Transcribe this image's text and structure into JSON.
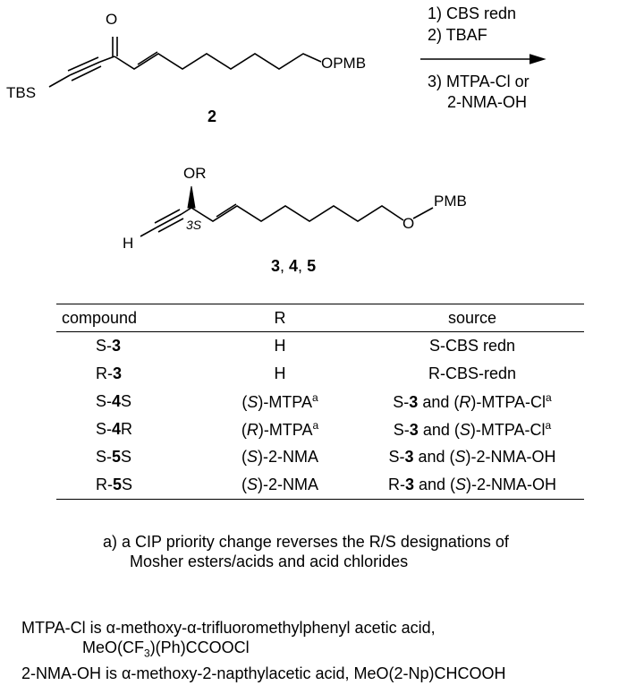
{
  "reaction": {
    "reactant": {
      "label": "2",
      "groups": {
        "carbonyl": "O",
        "silyl": "TBS",
        "ether": "OPMB"
      }
    },
    "conditions": [
      "1) CBS redn",
      "2) TBAF",
      "3) MTPA-Cl or",
      "2-NMA-OH"
    ],
    "product": {
      "label_parts": [
        "3",
        ", ",
        "4",
        ", ",
        "5"
      ],
      "groups": {
        "oxygen_sub": "OR",
        "stereo": "3S",
        "terminal_h": "H",
        "ether_o": "O",
        "pmb": "PMB"
      }
    }
  },
  "table": {
    "headers": [
      "compound",
      "R",
      "source"
    ],
    "rows": [
      {
        "compound": [
          "S-",
          "3",
          ""
        ],
        "r": "H",
        "source": "S-CBS redn"
      },
      {
        "compound": [
          "R-",
          "3",
          ""
        ],
        "r": "H",
        "source": "R-CBS-redn"
      },
      {
        "compound": [
          "S-",
          "4",
          "S"
        ],
        "r": "(S)-MTPA^a",
        "source": "S-3 and (R)-MTPA-Cl^a"
      },
      {
        "compound": [
          "S-",
          "4",
          "R"
        ],
        "r": "(R)-MTPA^a",
        "source": "S-3 and (S)-MTPA-Cl^a"
      },
      {
        "compound": [
          "S-",
          "5",
          "S"
        ],
        "r": "(S)-2-NMA",
        "source": "S-3 and (S)-2-NMA-OH"
      },
      {
        "compound": [
          "R-",
          "5",
          "S"
        ],
        "r": "(S)-2-NMA",
        "source": "R-3 and (S)-2-NMA-OH"
      }
    ],
    "rows_rich": [
      {
        "r": "(<i>S</i>)-MTPA<sup>a</sup>",
        "source": "S-<b>3</b> and (<i>R</i>)-MTPA-Cl<sup>a</sup>"
      },
      {
        "r": "(<i>R</i>)-MTPA<sup>a</sup>",
        "source": "S-<b>3</b> and (<i>S</i>)-MTPA-Cl<sup>a</sup>"
      },
      {
        "r": "(<i>S</i>)-2-NMA",
        "source": "S-<b>3</b> and (<i>S</i>)-2-NMA-OH"
      },
      {
        "r": "(<i>S</i>)-2-NMA",
        "source": "R-<b>3</b> and (<i>S</i>)-2-NMA-OH"
      }
    ]
  },
  "footnote": {
    "line1": "a) a CIP priority change reverses the R/S designations of",
    "line2": "Mosher esters/acids and acid chlorides"
  },
  "notes": {
    "line1": "MTPA-Cl is α-methoxy-α-trifluoromethylphenyl acetic acid,",
    "line2_pre": "MeO(CF",
    "line2_sub": "3",
    "line2_post": ")(Ph)CCOOCl",
    "line3": "2-NMA-OH is α-methoxy-2-napthylacetic acid, MeO(2-Np)CHCOOH"
  }
}
